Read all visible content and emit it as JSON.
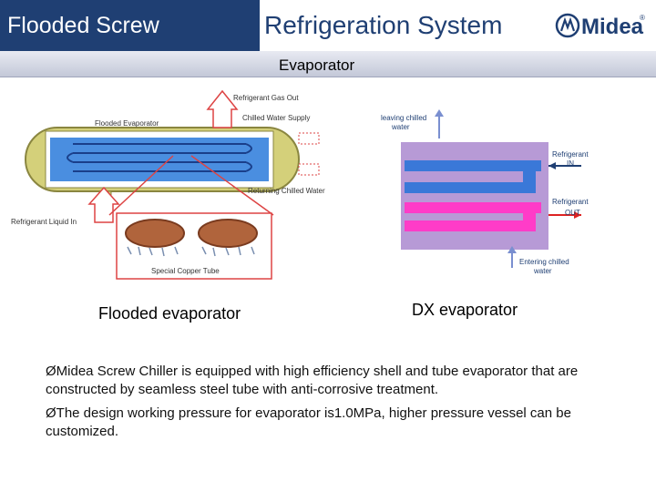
{
  "header": {
    "left_title": "Flooded  Screw",
    "main_title": "Refrigeration System",
    "logo_text": "Midea",
    "logo_mark": "®"
  },
  "subheader": {
    "title": "Evaporator"
  },
  "flooded_figure": {
    "labels": {
      "gas_out": "Refrigerant Gas Out",
      "evaporator": "Flooded Evaporator",
      "chilled_supply": "Chilled Water Supply",
      "returning": "Returning Chilled Water",
      "liquid_in": "Refrigerant Liquid In",
      "tube": "Special Copper Tube"
    },
    "caption": "Flooded evaporator"
  },
  "dx_figure": {
    "labels": {
      "leaving_1": "leaving chilled",
      "leaving_2": "water",
      "ref_in_1": "Refrigerant",
      "ref_in_2": "IN",
      "ref_out_1": "Refrigerant",
      "ref_out_2": "OUT",
      "entering_1": "Entering chilled",
      "entering_2": "water"
    },
    "caption": "DX evaporator"
  },
  "bullets": [
    "ØMidea Screw Chiller is equipped with high efficiency shell and tube evaporator that are constructed by seamless steel tube with anti-corrosive treatment.",
    "ØThe design working pressure for evaporator is1.0MPa, higher pressure  vessel can be customized."
  ],
  "colors": {
    "brand_navy": "#1f3f73",
    "shell_yellow": "#d4d07a",
    "water_blue": "#4a8ee0",
    "dx_purple": "#b79ad6",
    "dx_magenta": "#ff3cc8",
    "dx_blue": "#3a78d8"
  }
}
